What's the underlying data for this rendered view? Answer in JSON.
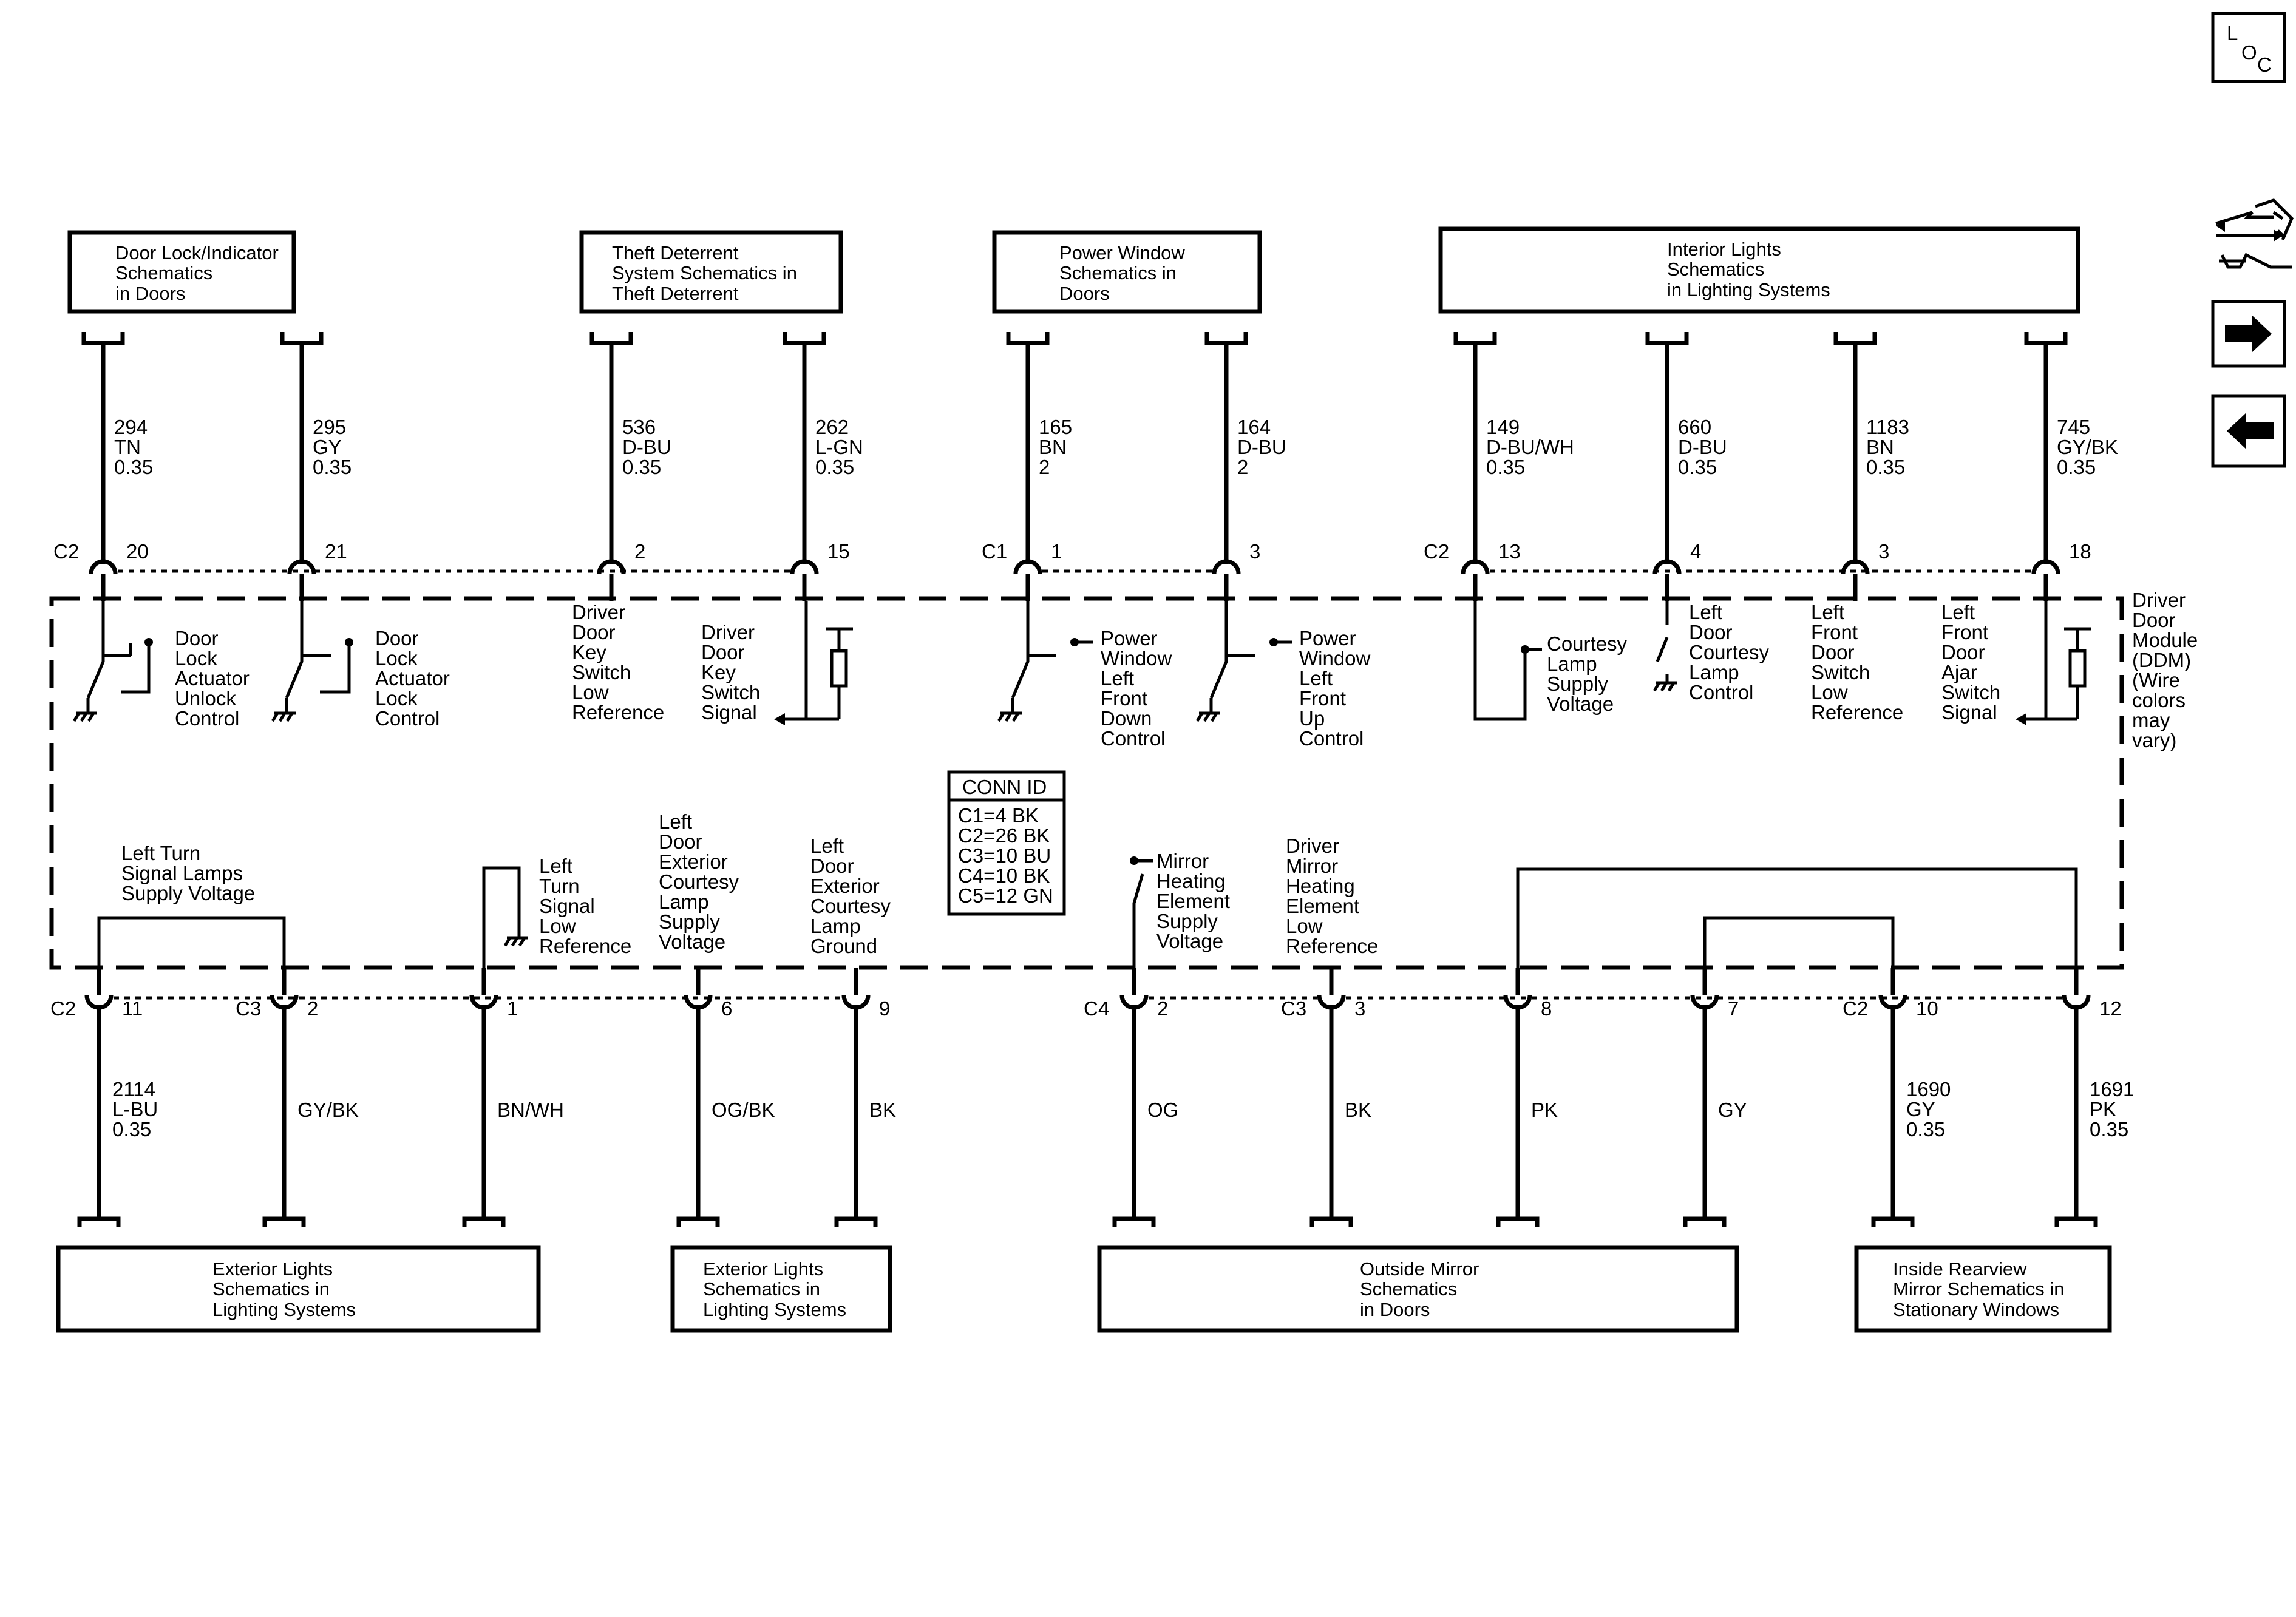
{
  "nav": {
    "loc": {
      "l": "L",
      "o": "O",
      "c": "C"
    },
    "icons": [
      "loc-icon",
      "wrench-arrows-icon",
      "arrow-right-icon",
      "arrow-left-icon"
    ]
  },
  "module": {
    "lines": [
      "Driver",
      "Door",
      "Module",
      "(DDM)",
      "(Wire",
      "colors",
      "may",
      "vary)"
    ]
  },
  "conn_id": {
    "title": "CONN ID",
    "lines": [
      "C1=4 BK",
      "C2=26 BK",
      "C3=10 BU",
      "C4=10 BK",
      "C5=12 GN"
    ]
  },
  "top_boxes": [
    {
      "lines": [
        "Door Lock/Indicator",
        "Schematics",
        "in Doors"
      ]
    },
    {
      "lines": [
        "Theft Deterrent",
        "System Schematics in",
        "Theft Deterrent"
      ]
    },
    {
      "lines": [
        "Power Window",
        "Schematics in",
        "Doors"
      ]
    },
    {
      "lines": [
        "Interior Lights",
        "Schematics",
        "in Lighting Systems"
      ]
    }
  ],
  "bottom_boxes": [
    {
      "lines": [
        "Exterior Lights",
        "Schematics in",
        "Lighting Systems"
      ]
    },
    {
      "lines": [
        "Exterior Lights",
        "Schematics in",
        "Lighting Systems"
      ]
    },
    {
      "lines": [
        "Outside Mirror",
        "Schematics",
        "in Doors"
      ]
    },
    {
      "lines": [
        "Inside Rearview",
        "Mirror Schematics in",
        "Stationary Windows"
      ]
    }
  ],
  "top_pins": [
    {
      "conn": "C2",
      "pin": "20",
      "wire": [
        "294",
        "TN",
        "0.35"
      ],
      "label": [
        "Door",
        "Lock",
        "Actuator",
        "Unlock",
        "Control"
      ]
    },
    {
      "conn": "",
      "pin": "21",
      "wire": [
        "295",
        "GY",
        "0.35"
      ],
      "label": [
        "Door",
        "Lock",
        "Actuator",
        "Lock",
        "Control"
      ]
    },
    {
      "conn": "",
      "pin": "2",
      "wire": [
        "536",
        "D-BU",
        "0.35"
      ],
      "label": [
        "Driver",
        "Door",
        "Key",
        "Switch",
        "Low",
        "Reference"
      ]
    },
    {
      "conn": "",
      "pin": "15",
      "wire": [
        "262",
        "L-GN",
        "0.35"
      ],
      "label": [
        "Driver",
        "Door",
        "Key",
        "Switch",
        "Signal"
      ]
    },
    {
      "conn": "C1",
      "pin": "1",
      "wire": [
        "165",
        "BN",
        "2"
      ],
      "label": [
        "Power",
        "Window",
        "Left",
        "Front",
        "Down",
        "Control"
      ]
    },
    {
      "conn": "",
      "pin": "3",
      "wire": [
        "164",
        "D-BU",
        "2"
      ],
      "label": [
        "Power",
        "Window",
        "Left",
        "Front",
        "Up",
        "Control"
      ]
    },
    {
      "conn": "C2",
      "pin": "13",
      "wire": [
        "149",
        "D-BU/WH",
        "0.35"
      ],
      "label": [
        "Courtesy",
        "Lamp",
        "Supply",
        "Voltage"
      ]
    },
    {
      "conn": "",
      "pin": "4",
      "wire": [
        "660",
        "D-BU",
        "0.35"
      ],
      "label": [
        "Left",
        "Door",
        "Courtesy",
        "Lamp",
        "Control"
      ]
    },
    {
      "conn": "",
      "pin": "3",
      "wire": [
        "1183",
        "BN",
        "0.35"
      ],
      "label": [
        "Left",
        "Front",
        "Door",
        "Switch",
        "Low",
        "Reference"
      ]
    },
    {
      "conn": "",
      "pin": "18",
      "wire": [
        "745",
        "GY/BK",
        "0.35"
      ],
      "label": [
        "Left",
        "Front",
        "Door",
        "Ajar",
        "Switch",
        "Signal"
      ]
    }
  ],
  "bottom_pins": [
    {
      "conn": "C2",
      "pin": "11",
      "wire": [
        "2114",
        "L-BU",
        "0.35"
      ]
    },
    {
      "conn": "C3",
      "pin": "2",
      "wire": [
        "GY/BK"
      ]
    },
    {
      "conn": "",
      "pin": "1",
      "wire": [
        "BN/WH"
      ]
    },
    {
      "conn": "",
      "pin": "6",
      "wire": [
        "OG/BK"
      ]
    },
    {
      "conn": "",
      "pin": "9",
      "wire": [
        "BK"
      ]
    },
    {
      "conn": "C4",
      "pin": "2",
      "wire": [
        "OG"
      ]
    },
    {
      "conn": "C3",
      "pin": "3",
      "wire": [
        "BK"
      ]
    },
    {
      "conn": "",
      "pin": "8",
      "wire": [
        "PK"
      ]
    },
    {
      "conn": "",
      "pin": "7",
      "wire": [
        "GY"
      ]
    },
    {
      "conn": "C2",
      "pin": "10",
      "wire": [
        "1690",
        "GY",
        "0.35"
      ]
    },
    {
      "conn": "",
      "pin": "12",
      "wire": [
        "1691",
        "PK",
        "0.35"
      ]
    }
  ],
  "bottom_labels": [
    {
      "lines": [
        "Left Turn",
        "Signal Lamps",
        "Supply Voltage"
      ]
    },
    {
      "lines": [
        "Left",
        "Turn",
        "Signal",
        "Low",
        "Reference"
      ]
    },
    {
      "lines": [
        "Left",
        "Door",
        "Exterior",
        "Courtesy",
        "Lamp",
        "Supply",
        "Voltage"
      ]
    },
    {
      "lines": [
        "Left",
        "Door",
        "Exterior",
        "Courtesy",
        "Lamp",
        "Ground"
      ]
    },
    {
      "lines": [
        "Mirror",
        "Heating",
        "Element",
        "Supply",
        "Voltage"
      ]
    },
    {
      "lines": [
        "Driver",
        "Mirror",
        "Heating",
        "Element",
        "Low",
        "Reference"
      ]
    }
  ]
}
